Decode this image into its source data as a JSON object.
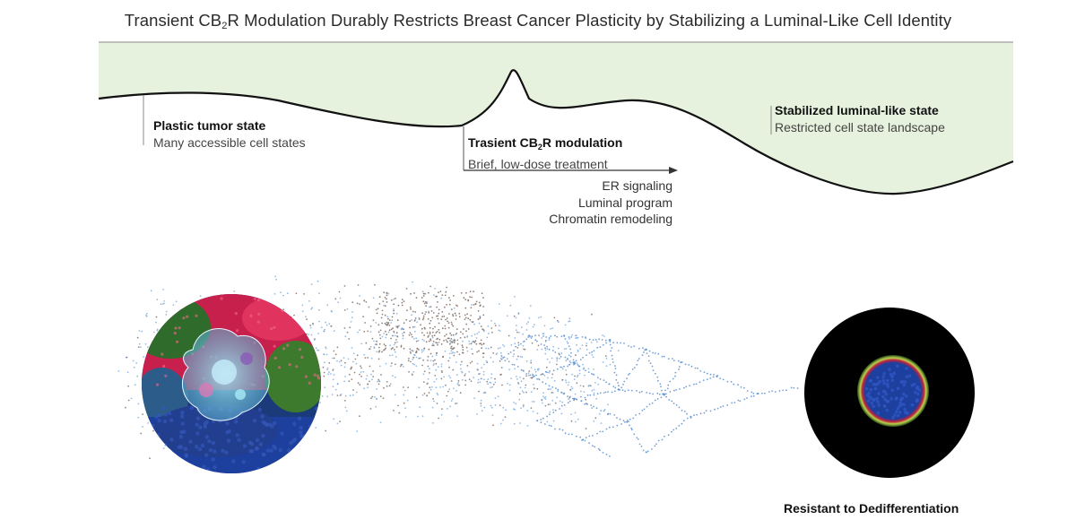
{
  "figure": {
    "title_part1": "Transient CB",
    "title_sub": "2",
    "title_part2": "R Modulation Durably Restricts Breast Cancer Plasticity by Stabilizing a Luminal-Like Cell Identity"
  },
  "landscape": {
    "fill_color": "#e6f2dd",
    "stages": [
      {
        "heading": "Plastic tumor state",
        "subtitle": "Many accessible cell states"
      },
      {
        "heading_part1": "Trasient CB",
        "heading_sub": "2",
        "heading_part2": "R modulation",
        "subtitle": "Brief, low-dose treatment"
      },
      {
        "heading": "Stabilized luminal-like state",
        "subtitle": "Restricted cell state landscape"
      }
    ],
    "mechanisms": [
      "ER signaling",
      "Luminal program",
      "Chromatin remodeling"
    ]
  },
  "cells": {
    "outcome_label": "Resistant to Dedifferentiation",
    "colors": {
      "dot_blue": "#6a9fd8",
      "dot_gray": "#7d6a62",
      "network": "#5b8fd0",
      "tissue_red": "#d2234f",
      "nuclei_blue": "#1d3f9e",
      "organoid_rim": "#b6d24a"
    }
  }
}
